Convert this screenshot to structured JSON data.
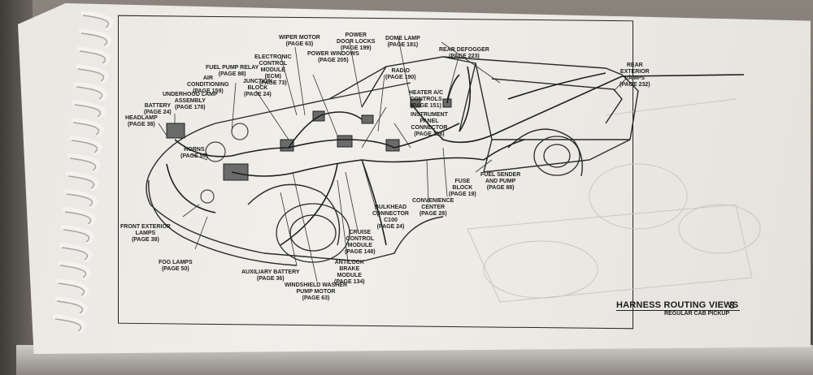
{
  "footer": {
    "title": "HARNESS ROUTING VIEWS",
    "page_number": "3",
    "subtitle": "REGULAR CAB PICKUP"
  },
  "labels": {
    "wiper_motor": "WIPER MOTOR\n(PAGE 63)",
    "power_door_locks": "POWER\nDOOR LOCKS\n(PAGE 199)",
    "dome_lamp": "DOME LAMP\n(PAGE 181)",
    "rear_defogger": "REAR DEFOGGER\n(PAGE 223)",
    "rear_exterior_lamps": "REAR\nEXTERIOR\nLAMPS\n(PAGE 232)",
    "electronic_control_module": "ELECTRONIC\nCONTROL\nMODULE\n(ECM)\n(PAGE 73)",
    "power_windows": "POWER WINDOWS\n(PAGE 205)",
    "fuel_pump_relay": "FUEL PUMP RELAY\n(PAGE 88)",
    "radio": "RADIO\n(PAGE 190)",
    "air_conditioning": "AIR\nCONDITIONING\n(PAGE 159)",
    "junction_block": "JUNCTION\nBLOCK\n(PAGE 24)",
    "heater_ac_controls": "HEATER A/C\nCONTROLS\n(PAGE 151)",
    "underhood_lamp_assembly": "UNDERHOOD LAMP\nASSEMBLY\n(PAGE 178)",
    "instrument_panel_connector": "INSTRUMENT\nPANEL\nCONNECTOR\n(PAGE 116)",
    "battery": "BATTERY\n(PAGE 24)",
    "headlamp": "HEADLAMP\n(PAGE 38)",
    "horns": "HORNS\n(PAGE 59)",
    "fuel_sender_and_pump": "FUEL SENDER\nAND PUMP\n(PAGE 88)",
    "fuse_block": "FUSE\nBLOCK\n(PAGE 19)",
    "convenience_center": "CONVENIENCE\nCENTER\n(PAGE 28)",
    "bulkhead_connector": "BULKHEAD\nCONNECTOR\nC100\n(PAGE 24)",
    "front_exterior_lamps": "FRONT EXTERIOR\nLAMPS\n(PAGE 38)",
    "cruise_control_module": "CRUISE\nCONTROL\nMODULE\n(PAGE 148)",
    "fog_lamps": "FOG LAMPS\n(PAGE 50)",
    "antilock_brake_module": "ANTILOCK\nBRAKE\nMODULE\n(PAGE 134)",
    "auxiliary_battery": "AUXILIARY BATTERY\n(PAGE 36)",
    "windshield_washer_pump_motor": "WINDSHIELD WASHER\nPUMP MOTOR\n(PAGE 63)"
  }
}
